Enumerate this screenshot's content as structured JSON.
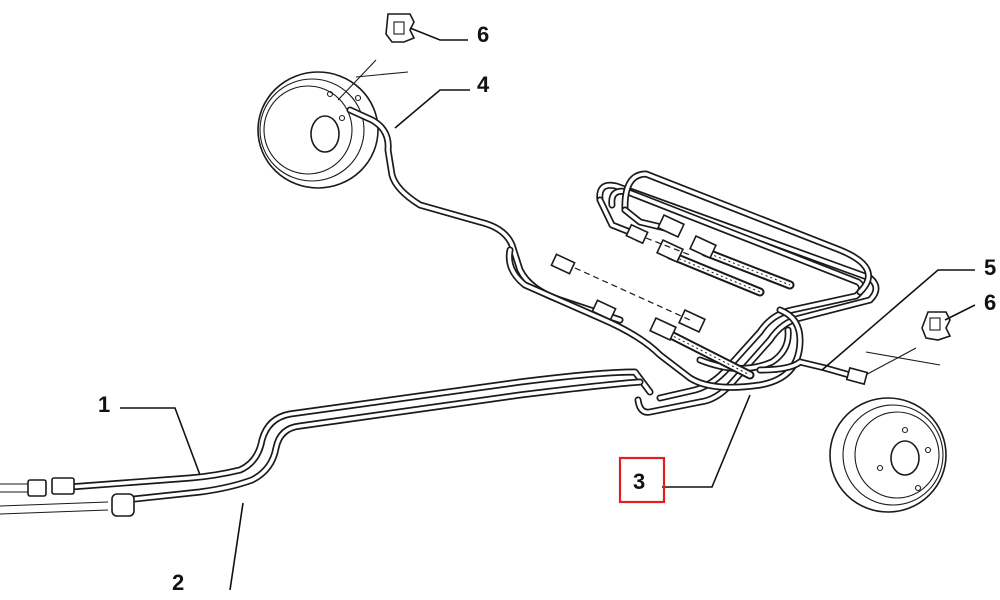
{
  "callouts": {
    "c1": "1",
    "c2": "2",
    "c3": "3",
    "c4": "4",
    "c5": "5",
    "c6_top": "6",
    "c6_right": "6"
  },
  "highlight_color": "#e02020",
  "line_color": "#1a1a1a"
}
